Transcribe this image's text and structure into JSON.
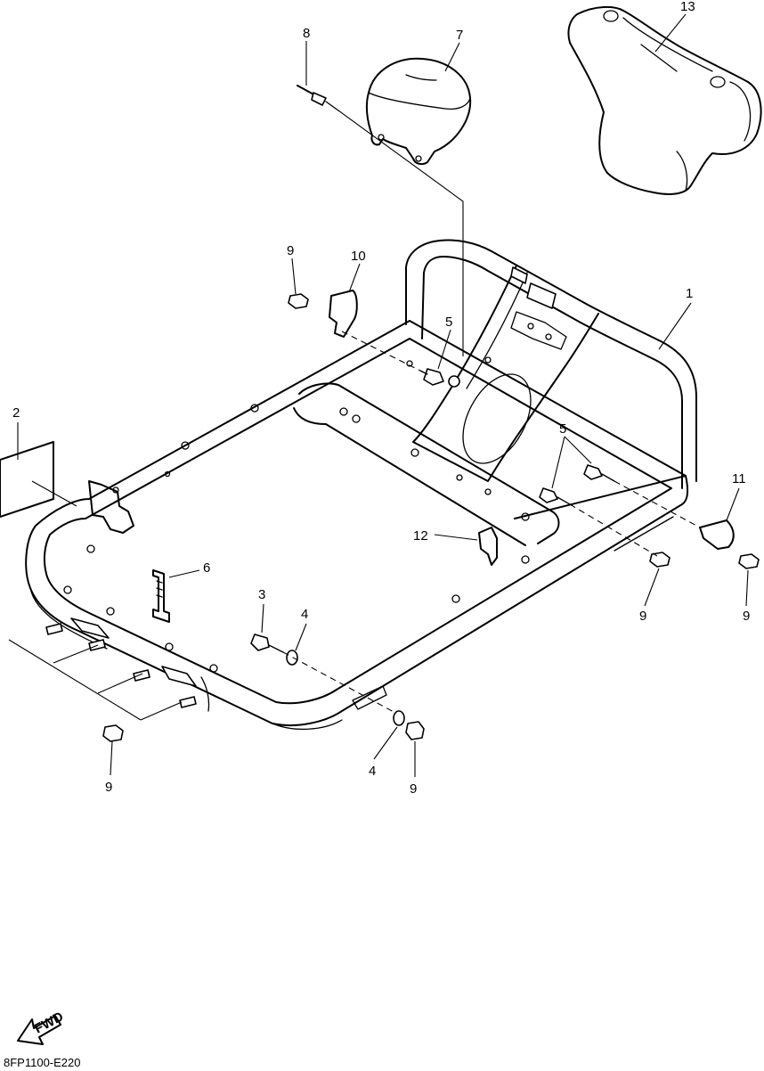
{
  "diagram": {
    "callouts": [
      "1",
      "2",
      "3",
      "4",
      "4",
      "5",
      "5",
      "6",
      "7",
      "8",
      "9",
      "9",
      "9",
      "9",
      "9",
      "10",
      "11",
      "12",
      "13"
    ],
    "fwd_label": "FWD",
    "drawing_code": "8FP1100-E220"
  }
}
